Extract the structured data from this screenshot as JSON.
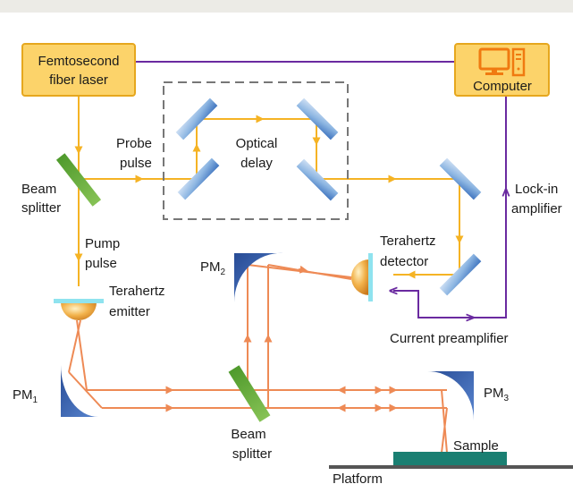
{
  "labels": {
    "laser_line1": "Femtosecond",
    "laser_line2": "fiber laser",
    "computer": "Computer",
    "probe_line1": "Probe",
    "probe_line2": "pulse",
    "optical_line1": "Optical",
    "optical_line2": "delay",
    "beam1_line1": "Beam",
    "beam1_line2": "splitter",
    "pump_line1": "Pump",
    "pump_line2": "pulse",
    "emitter_line1": "Terahertz",
    "emitter_line2": "emitter",
    "detector_line1": "Terahertz",
    "detector_line2": "detector",
    "lockin_line1": "Lock-in",
    "lockin_line2": "amplifier",
    "preamp": "Current preamplifier",
    "pm1": "PM",
    "pm1_sub": "1",
    "pm2": "PM",
    "pm2_sub": "2",
    "pm3": "PM",
    "pm3_sub": "3",
    "beam2_line1": "Beam",
    "beam2_line2": "splitter",
    "sample": "Sample",
    "platform": "Platform"
  },
  "icons": {
    "computer": "computer-icon"
  },
  "colors": {
    "laser_box": "#fcd36a",
    "laser_border": "#e6a71e",
    "optical_beam": "#f5b324",
    "thz_beam": "#ee8a55",
    "signal_line": "#6a2aa0",
    "mirror": "#6f9fd6",
    "splitter": "#6fae3c",
    "pm_mirror": "#2c58a8",
    "sample": "#1a7f72",
    "platform": "#555555"
  }
}
